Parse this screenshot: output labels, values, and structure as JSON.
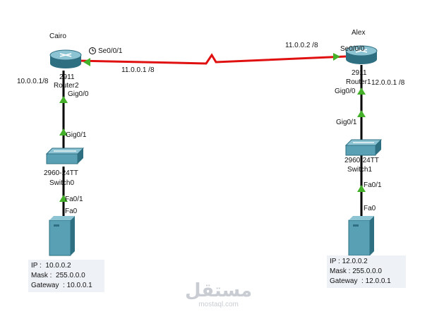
{
  "routers": {
    "cairo": {
      "name": "Cairo",
      "model": "2911",
      "label": "Router2",
      "ip": "10.0.0.1/8",
      "port_serial": "Se0/0/1",
      "port_gig": "Gig0/0"
    },
    "alex": {
      "name": "Alex",
      "model": "2911",
      "label": "Router1",
      "ip": "12.0.0.1 /8",
      "port_serial": "Se0/0/0",
      "port_gig": "Gig0/0"
    }
  },
  "serial_link": {
    "left_ip": "11.0.0.1 /8",
    "right_ip": "11.0.0.2 /8",
    "color": "#e01010"
  },
  "switches": {
    "switch0": {
      "model": "2960-24TT",
      "name": "Switch0",
      "port_up": "Gig0/1",
      "port_down": "Fa0/1"
    },
    "switch1": {
      "model": "2960-24TT",
      "name": "Switch1",
      "port_up": "Gig0/1",
      "port_down": "Fa0/1"
    }
  },
  "servers": {
    "left": {
      "port": "Fa0",
      "ip_line": "IP :  10.0.0.2",
      "mask_line": "Mask :  255.0.0.0",
      "gateway_line": "Gateway  : 10.0.0.1"
    },
    "right": {
      "port": "Fa0",
      "ip_line": "IP : 12.0.0.2",
      "mask_line": "Mask : 255.0.0.0",
      "gateway_line": "Gateway  : 12.0.0.1"
    }
  },
  "watermark": {
    "arabic": "مستقل",
    "latin": "mostaql.com"
  },
  "colors": {
    "link_up": "#44b02a",
    "device": "#5aa0b4",
    "device_dark": "#2f6f82"
  }
}
